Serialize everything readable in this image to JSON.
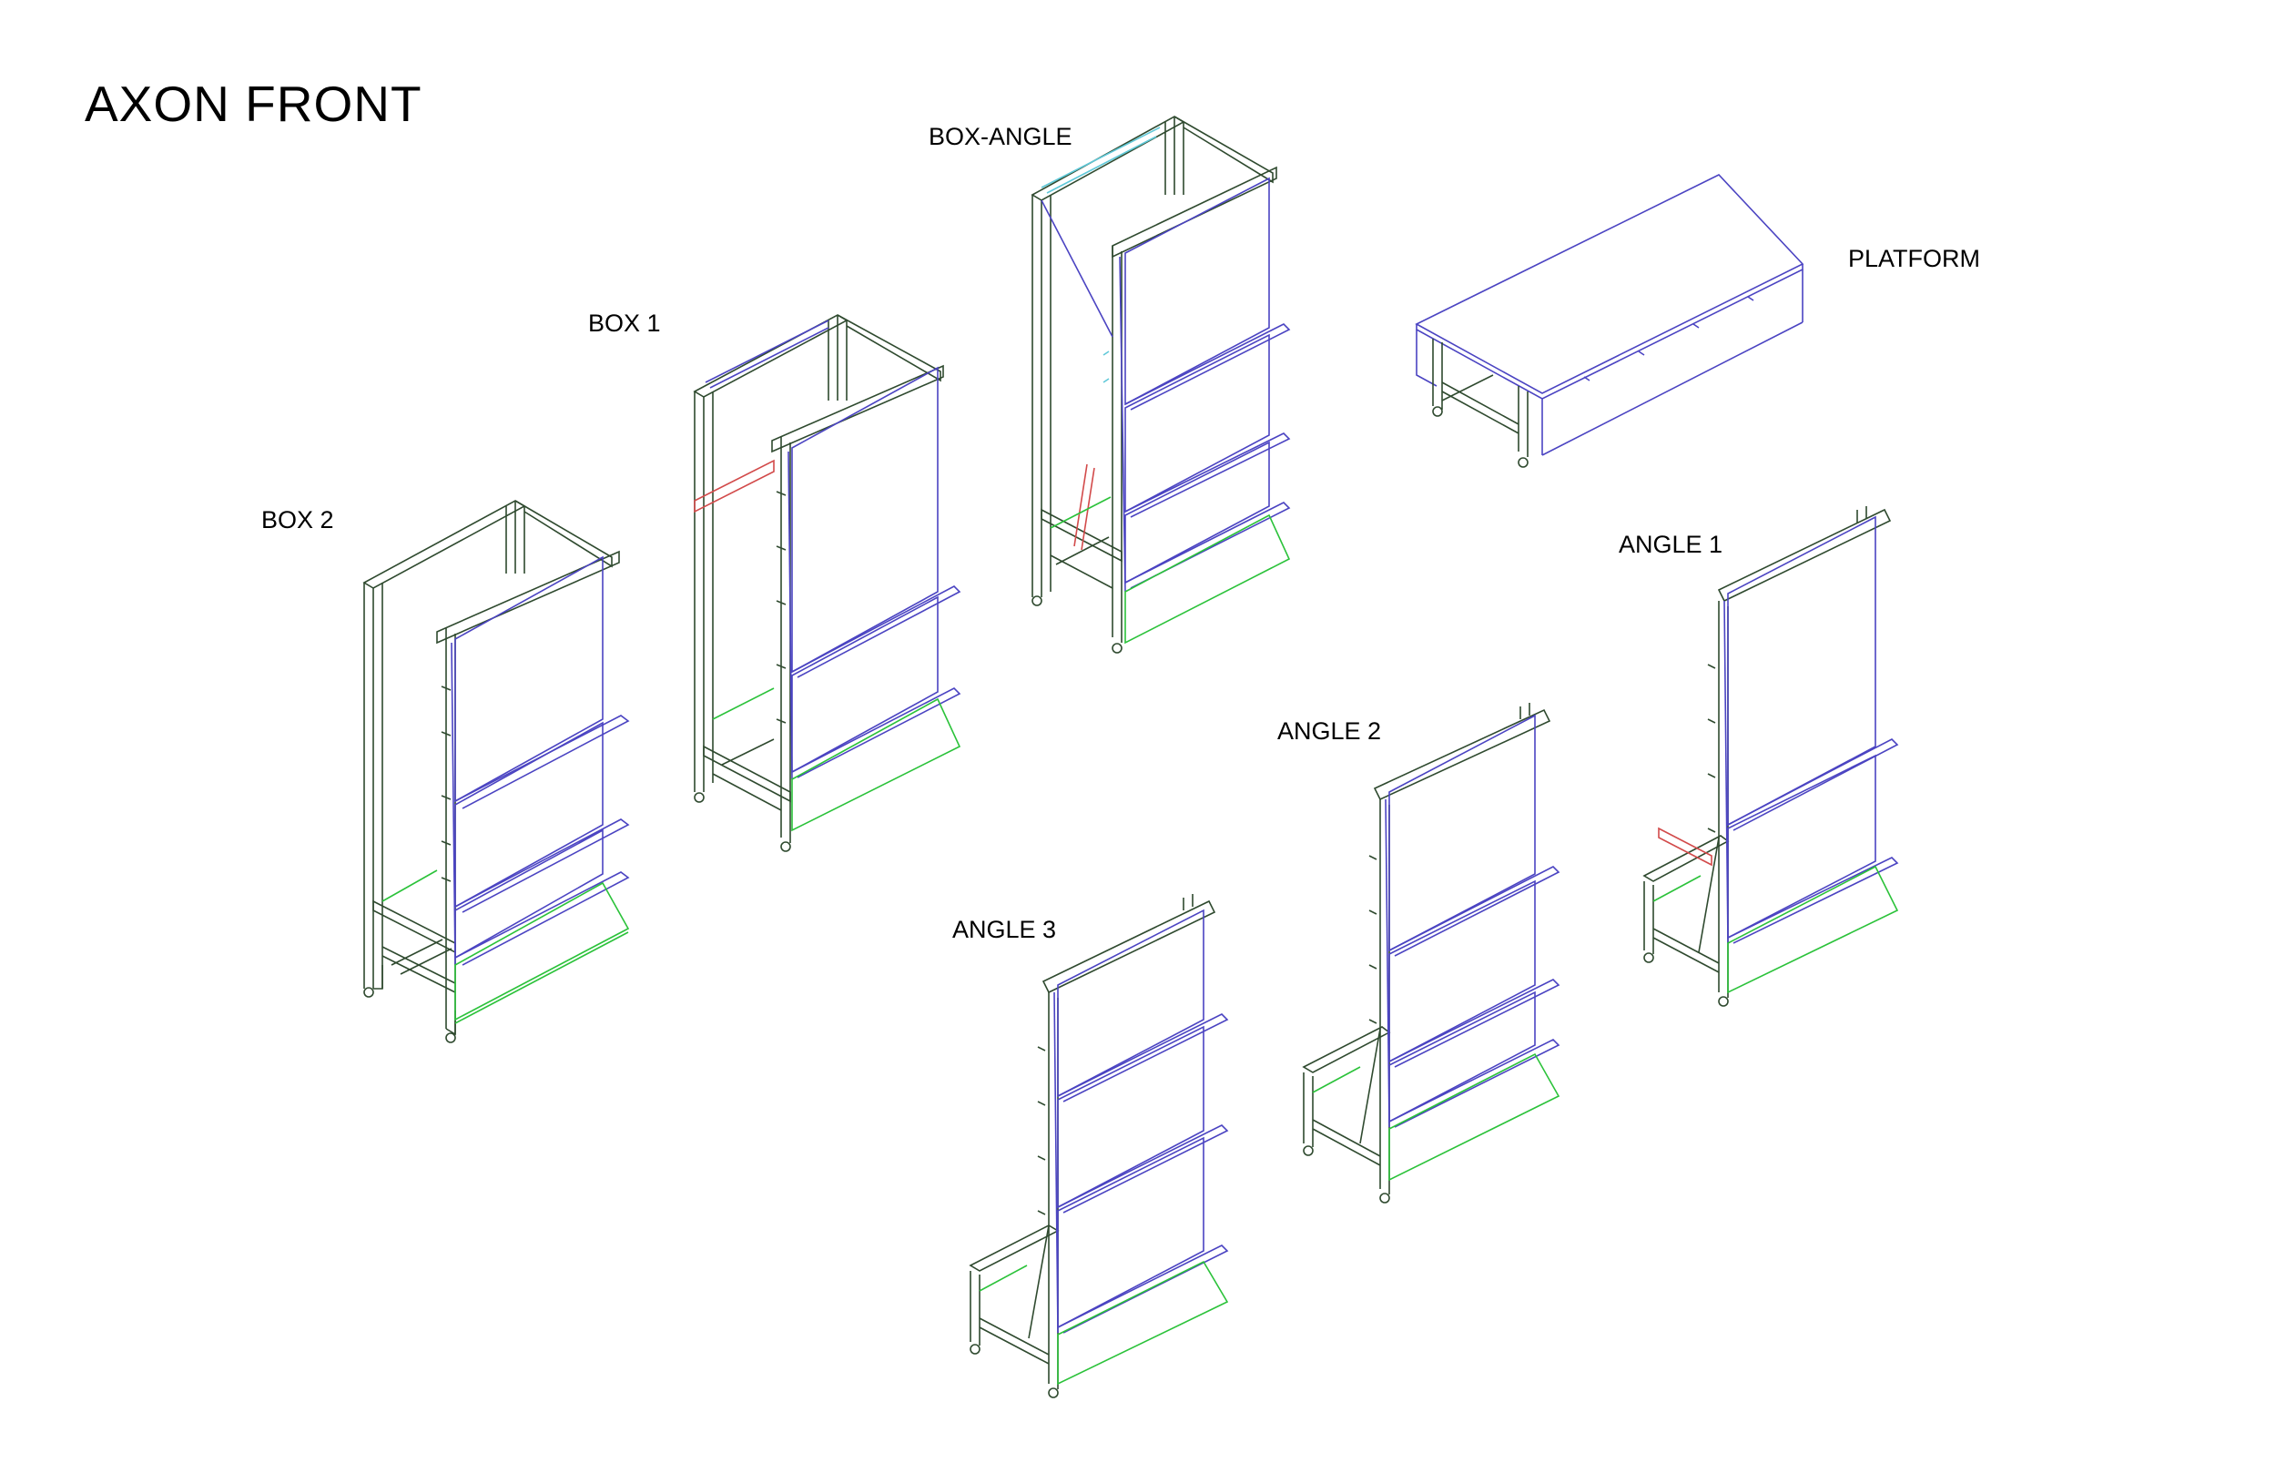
{
  "sheet_title": "AXON FRONT",
  "units": [
    {
      "id": "box-2",
      "label": "BOX 2",
      "panels": 3,
      "has_front_bench": false
    },
    {
      "id": "box-1",
      "label": "BOX 1",
      "panels": 2,
      "has_front_bench": false
    },
    {
      "id": "box-angle",
      "label": "BOX-ANGLE",
      "panels": 3,
      "has_front_bench": false
    },
    {
      "id": "platform",
      "label": "PLATFORM",
      "panels": 0,
      "has_front_bench": false
    },
    {
      "id": "angle-1",
      "label": "ANGLE 1",
      "panels": 2,
      "has_front_bench": true
    },
    {
      "id": "angle-2",
      "label": "ANGLE 2",
      "panels": 3,
      "has_front_bench": true
    },
    {
      "id": "angle-3",
      "label": "ANGLE 3",
      "panels": 3,
      "has_front_bench": true
    }
  ],
  "line_colors": {
    "frame": "#2f4a2f",
    "panel": "#4b44c2",
    "base": "#2bc23a",
    "accent_red": "#d24a4a",
    "accent_cyan": "#5fc8d8"
  },
  "icons": {
    "caster": "caster-wheel-icon"
  }
}
